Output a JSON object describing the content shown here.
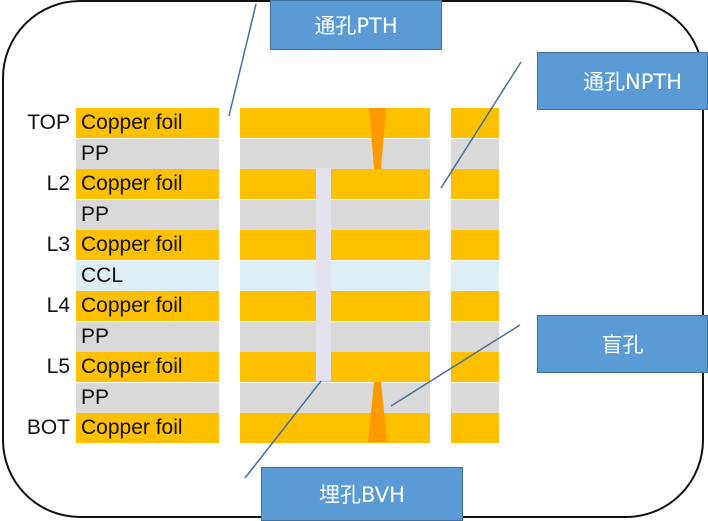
{
  "diagram": {
    "title": "PCB 6-layer stackup with via types",
    "layers": [
      {
        "label": "TOP",
        "material": "Copper foil",
        "type": "cu"
      },
      {
        "label": "",
        "material": "PP",
        "type": "pp"
      },
      {
        "label": "L2",
        "material": "Copper foil",
        "type": "cu"
      },
      {
        "label": "",
        "material": "PP",
        "type": "pp"
      },
      {
        "label": "L3",
        "material": "Copper foil",
        "type": "cu"
      },
      {
        "label": "",
        "material": "CCL",
        "type": "ccl"
      },
      {
        "label": "L4",
        "material": "Copper foil",
        "type": "cu"
      },
      {
        "label": "",
        "material": "PP",
        "type": "pp"
      },
      {
        "label": "L5",
        "material": "Copper foil",
        "type": "cu"
      },
      {
        "label": "",
        "material": "PP",
        "type": "pp"
      },
      {
        "label": "BOT",
        "material": "Copper foil",
        "type": "cu"
      }
    ],
    "callouts": {
      "pth": "通孔PTH",
      "npth": "通孔NPTH",
      "blind": "盲孔",
      "buried": "埋孔BVH"
    },
    "colors": {
      "copper": "#ffc000",
      "pp": "#d9d9d9",
      "ccl": "#deeef5",
      "via_fill": "#ff9900",
      "buried_via": "#e4e2ee",
      "callout_bg": "#5b9bd5",
      "leader": "#41719c"
    }
  }
}
